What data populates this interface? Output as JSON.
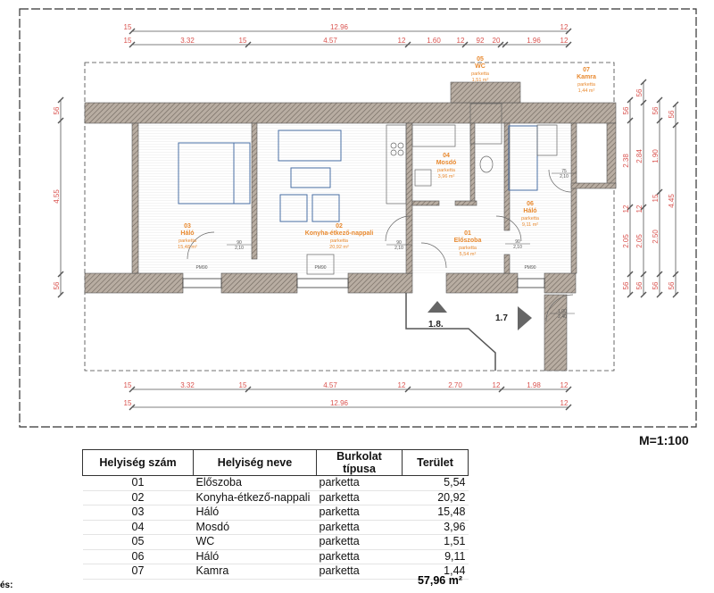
{
  "plan": {
    "dims_top_1": [
      "15",
      "12.96",
      "12"
    ],
    "dims_top_2": [
      "15",
      "3.32",
      "15",
      "4.57",
      "12",
      "1.60",
      "12",
      "92",
      "20",
      "1.96",
      "12"
    ],
    "dims_bottom_1": [
      "15",
      "3.32",
      "15",
      "4.57",
      "12",
      "2.70",
      "12",
      "1.98",
      "12"
    ],
    "dims_bottom_2": [
      "15",
      "12.96",
      "12"
    ],
    "dims_left": [
      "56",
      "4.55",
      "56"
    ],
    "dims_right_a": [
      "56",
      "2.38",
      "12",
      "2.05",
      "56"
    ],
    "dims_right_b": [
      "56",
      "2.84",
      "12",
      "2.05",
      "56"
    ],
    "dims_right_c": [
      "56",
      "1.90",
      "15",
      "2.50",
      "56"
    ],
    "dims_right_d": [
      "56",
      "4.45",
      "56"
    ],
    "rooms": [
      {
        "num": "03",
        "name": "Háló",
        "floor": "parketta",
        "area": "15,48 m²"
      },
      {
        "num": "02",
        "name": "Konyha-étkező-nappali",
        "floor": "parketta",
        "area": "20,92 m²"
      },
      {
        "num": "01",
        "name": "Előszoba",
        "floor": "parketta",
        "area": "5,54 m²"
      },
      {
        "num": "04",
        "name": "Mosdó",
        "floor": "parketta",
        "area": "3,96 m²"
      },
      {
        "num": "05",
        "name": "WC",
        "floor": "parketta",
        "area": "1,51 m²"
      },
      {
        "num": "06",
        "name": "Háló",
        "floor": "parketta",
        "area": "9,11 m²"
      },
      {
        "num": "07",
        "name": "Kamra",
        "floor": "parketta",
        "area": "1,44 m²"
      }
    ],
    "door_labels": [
      {
        "w": "90",
        "h": "2,10"
      },
      {
        "w": "90",
        "h": "2,10"
      },
      {
        "w": "90",
        "h": "2,10"
      },
      {
        "w": "75",
        "h": "2,10"
      },
      {
        "w": "1,00",
        "h": "2,40"
      }
    ],
    "window_label": "PM90",
    "markers": {
      "south": "1.8.",
      "east": "1.7"
    }
  },
  "scale": "M=1:100",
  "table": {
    "headers": [
      "Helyiség szám",
      "Helyiség neve",
      "Burkolat típusa",
      "Terület"
    ],
    "rows": [
      [
        "01",
        "Előszoba",
        "parketta",
        "5,54"
      ],
      [
        "02",
        "Konyha-étkező-nappali",
        "parketta",
        "20,92"
      ],
      [
        "03",
        "Háló",
        "parketta",
        "15,48"
      ],
      [
        "04",
        "Mosdó",
        "parketta",
        "3,96"
      ],
      [
        "05",
        "WC",
        "parketta",
        "1,51"
      ],
      [
        "06",
        "Háló",
        "parketta",
        "9,11"
      ],
      [
        "07",
        "Kamra",
        "parketta",
        "1,44"
      ]
    ],
    "total": "57,96 m²"
  },
  "footer_fragment": "és:",
  "colors": {
    "dimension": "#d9534f",
    "room_label": "#e8892f",
    "furniture": "#4a6fa5",
    "wall": "#8a7f74"
  }
}
